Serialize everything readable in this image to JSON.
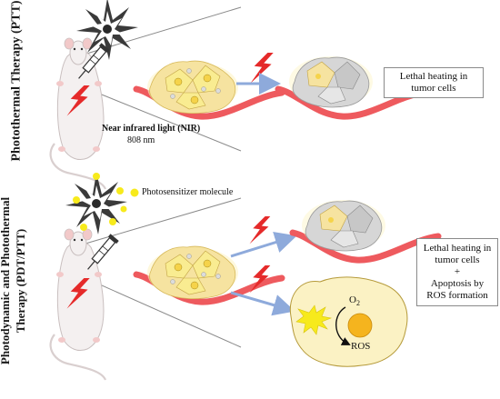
{
  "panels": {
    "ptt": {
      "title": "Photothermal Therapy (PTT)",
      "nir_label": "Near infrared light (NIR)",
      "nir_wavelength": "808 nm",
      "result": "Lethal heating in tumor cells"
    },
    "pdt_ptt": {
      "title_line1": "Photodynamic and Photothermal",
      "title_line2": "Therapy (PDT/PTT)",
      "legend": "Photosensitizer molecule",
      "result_line1": "Lethal heating in",
      "result_line2": "tumor cells",
      "result_plus": "+",
      "result_line3": "Apoptosis by",
      "result_line4": "ROS formation",
      "o2_label": "O",
      "o2_subscript": "2",
      "ros_label": "ROS"
    }
  },
  "colors": {
    "vessel": "#ee5a5e",
    "arrow": "#8eaadb",
    "lightning": "#e52a2a",
    "tumor": "#f6e3a0",
    "dead_cell": "#cdcdcd",
    "apoptotic_cell": "#fbf2c4",
    "nucleus": "#f5b41e",
    "photosensitizer": "#f7ea1c"
  },
  "icons": [
    "mouse-icon",
    "nanoparticle-icon",
    "syringe-icon",
    "lightning-icon",
    "tumor-cells-icon",
    "blood-vessel-icon",
    "ros-burst-icon"
  ]
}
